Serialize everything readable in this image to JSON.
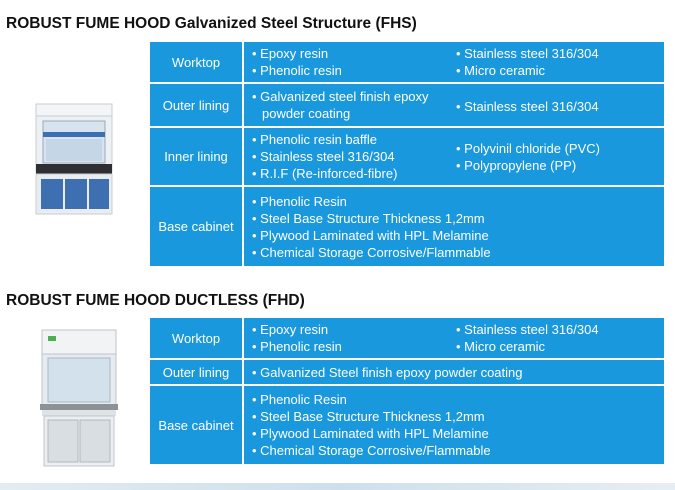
{
  "fhs": {
    "title": "ROBUST FUME HOOD Galvanized Steel Structure (FHS)",
    "rows": [
      {
        "label": "Worktop",
        "col_a": [
          "• Epoxy resin",
          "• Phenolic resin"
        ],
        "col_b": [
          "• Stainless steel 316/304",
          "• Micro ceramic"
        ]
      },
      {
        "label": "Outer lining",
        "col_a": [
          "• Galvanized steel finish epoxy",
          "powder coating"
        ],
        "col_b": [
          "• Stainless steel 316/304"
        ]
      },
      {
        "label": "Inner lining",
        "col_a": [
          "• Phenolic resin baffle",
          "• Stainless steel 316/304",
          "• R.I.F (Re-inforced-fibre)"
        ],
        "col_b": [
          "• Polyvinil chloride (PVC)",
          "• Polypropylene (PP)"
        ]
      },
      {
        "label": "Base cabinet",
        "items": [
          "• Phenolic Resin",
          "• Steel Base Structure Thickness 1,2mm",
          "• Plywood Laminated with HPL Melamine",
          "• Chemical Storage Corrosive/Flammable"
        ]
      }
    ]
  },
  "fhd": {
    "title": "ROBUST FUME HOOD DUCTLESS (FHD)",
    "rows": [
      {
        "label": "Worktop",
        "col_a": [
          "• Epoxy resin",
          "• Phenolic resin"
        ],
        "col_b": [
          "• Stainless steel 316/304",
          "• Micro ceramic"
        ]
      },
      {
        "label": "Outer lining",
        "items": [
          "• Galvanized Steel finish epoxy powder coating"
        ]
      },
      {
        "label": "Base cabinet",
        "items": [
          "• Phenolic Resin",
          "• Steel Base Structure Thickness 1,2mm",
          "• Plywood Laminated with HPL Melamine",
          "• Chemical Storage Corrosive/Flammable"
        ]
      }
    ]
  },
  "colors": {
    "cell": "#1a98dd",
    "text": "#ffffff",
    "title": "#111111"
  },
  "images": [
    "fume-hood-fhs-photo",
    "fume-hood-ductless-fhd-photo"
  ]
}
